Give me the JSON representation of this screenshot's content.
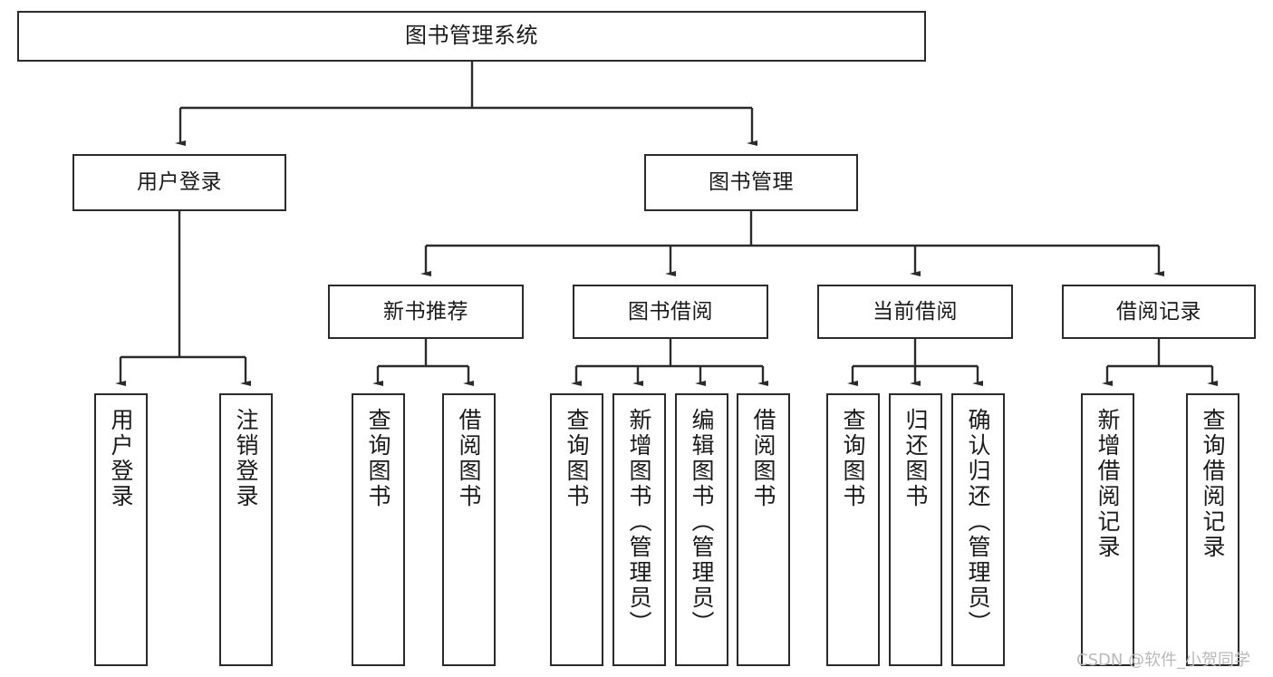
{
  "diagram": {
    "title": "图书管理系统",
    "type": "tree-hierarchy-flowchart",
    "watermark": "CSDN @软件_小贺同学",
    "colors": {
      "border": "#2b2b2b",
      "background": "#ffffff",
      "text": "#1a1a1a",
      "connector": "#2b2b2b",
      "watermark": "#b9b9b9"
    },
    "root": {
      "label": "图书管理系统"
    },
    "level2": [
      {
        "label": "用户登录"
      },
      {
        "label": "图书管理"
      }
    ],
    "level3": [
      {
        "label": "新书推荐"
      },
      {
        "label": "图书借阅"
      },
      {
        "label": "当前借阅"
      },
      {
        "label": "借阅记录"
      }
    ],
    "leaves": {
      "user_login": [
        {
          "label": "用户登录"
        },
        {
          "label": "注销登录"
        }
      ],
      "new_book_recommend": [
        {
          "label": "查询图书"
        },
        {
          "label": "借阅图书"
        }
      ],
      "book_borrow": [
        {
          "label": "查询图书"
        },
        {
          "label": "新增图书（管理员）"
        },
        {
          "label": "编辑图书（管理员）"
        },
        {
          "label": "借阅图书"
        }
      ],
      "current_borrow": [
        {
          "label": "查询图书"
        },
        {
          "label": "归还图书"
        },
        {
          "label": "确认归还（管理员）"
        }
      ],
      "borrow_record": [
        {
          "label": "新增借阅记录"
        },
        {
          "label": "查询借阅记录"
        }
      ]
    }
  }
}
